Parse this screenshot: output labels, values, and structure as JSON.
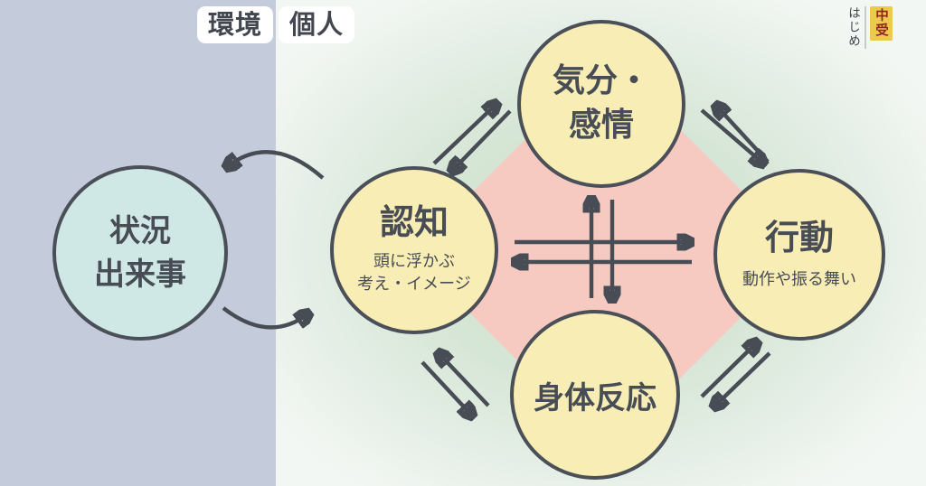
{
  "header": {
    "left_label": "環境",
    "right_label": "個人"
  },
  "logo": {
    "vertical_text": "はじめ",
    "badge_text": "中受"
  },
  "nodes": {
    "situation": {
      "title_lines": [
        "状況",
        "出来事"
      ]
    },
    "cognition": {
      "title": "認知",
      "subtitle_lines": [
        "頭に浮かぶ",
        "考え・イメージ"
      ]
    },
    "mood": {
      "title_lines": [
        "気分・",
        "感情"
      ]
    },
    "behavior": {
      "title": "行動",
      "subtitle": "動作や振る舞い"
    },
    "body": {
      "title": "身体反応"
    }
  },
  "edges": [
    {
      "a": "situation",
      "b": "cognition",
      "type": "curved-cycle-arrows"
    },
    {
      "a": "cognition",
      "b": "mood",
      "type": "paired-arrows"
    },
    {
      "a": "cognition",
      "b": "behavior",
      "type": "paired-arrows"
    },
    {
      "a": "cognition",
      "b": "body",
      "type": "paired-arrows"
    },
    {
      "a": "mood",
      "b": "body",
      "type": "paired-arrows"
    },
    {
      "a": "mood",
      "b": "behavior",
      "type": "paired-arrows"
    },
    {
      "a": "body",
      "b": "behavior",
      "type": "paired-arrows"
    }
  ],
  "colors": {
    "panel_left_bg": "#c4cbda",
    "panel_right_green": "#d6e6d6",
    "pink_blob": "#f6c9c1",
    "node_yellow": "#f8edb5",
    "node_blue": "#cfe8e5",
    "node_border": "#4a4f58",
    "arrow": "#474c55",
    "text": "#474c55",
    "tag_bg": "#ffffff",
    "logo_badge_bg": "#eec94e",
    "logo_badge_text": "#8d2420"
  }
}
